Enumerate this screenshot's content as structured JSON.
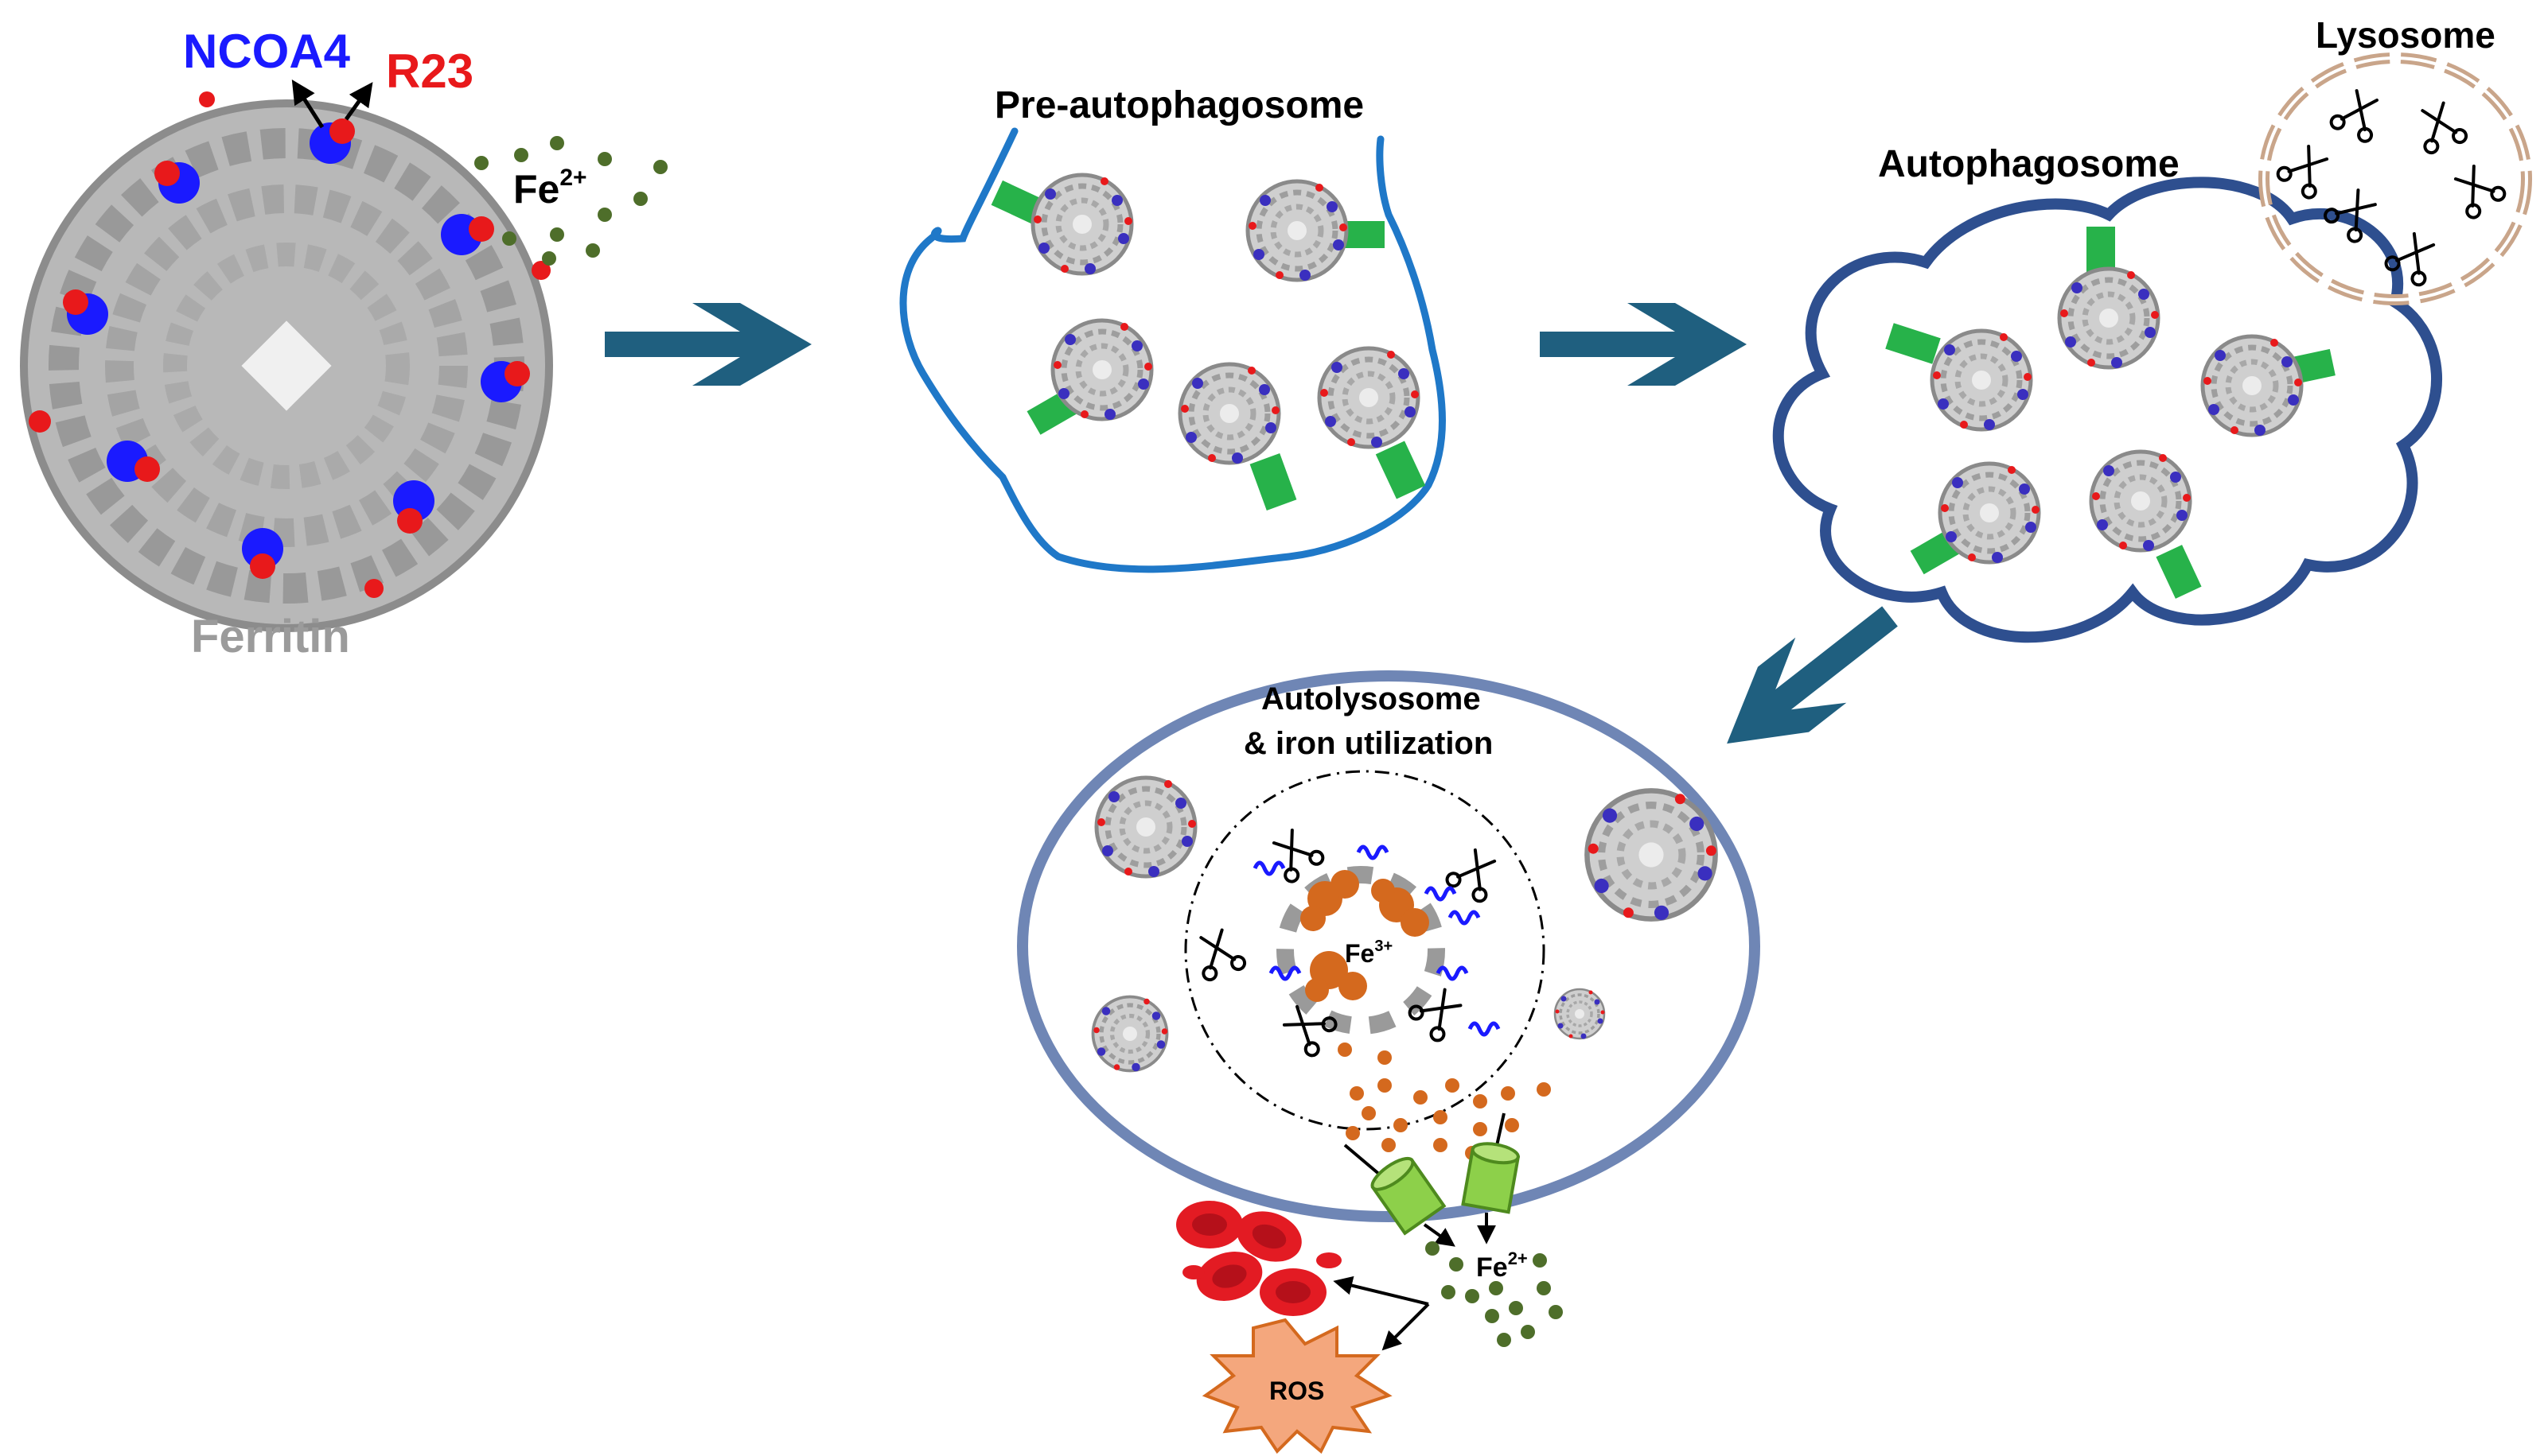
{
  "labels": {
    "ncoa4": "NCOA4",
    "r23": "R23",
    "fe2_top": "Fe",
    "fe2_top_charge": "2+",
    "ferritin": "Ferritin",
    "pre_autophagosome": "Pre-autophagosome",
    "lysosome": "Lysosome",
    "autophagosome": "Autophagosome",
    "autolysosome_line1": "Autolysosome",
    "autolysosome_line2": "& iron utilization",
    "fe3": "Fe",
    "fe3_charge": "3+",
    "fe2_bottom": "Fe",
    "fe2_bottom_charge": "2+",
    "ros": "ROS"
  },
  "colors": {
    "ncoa4": "#1a1aff",
    "r23": "#e8191b",
    "ferritin_gray": "#9b9b9b",
    "membrane_blue": "#1f78c8",
    "autophagosome_navy": "#2e4f8f",
    "autolysosome_border": "#6f86b5",
    "arrow_teal": "#1f5f7f",
    "linker_green": "#27b24a",
    "fe2_green": "#4e6e2a",
    "fe3_orange": "#d4691e",
    "lysosome_tan": "#c9a58a",
    "ros_fill": "#f4a77d",
    "blood_red": "#e31b23",
    "transporter_green": "#8dd04a"
  },
  "icons": [
    "scissors-icon",
    "transporter-icon",
    "red-blood-cell-icon",
    "ros-starburst-icon",
    "ferritin-shell-icon"
  ]
}
